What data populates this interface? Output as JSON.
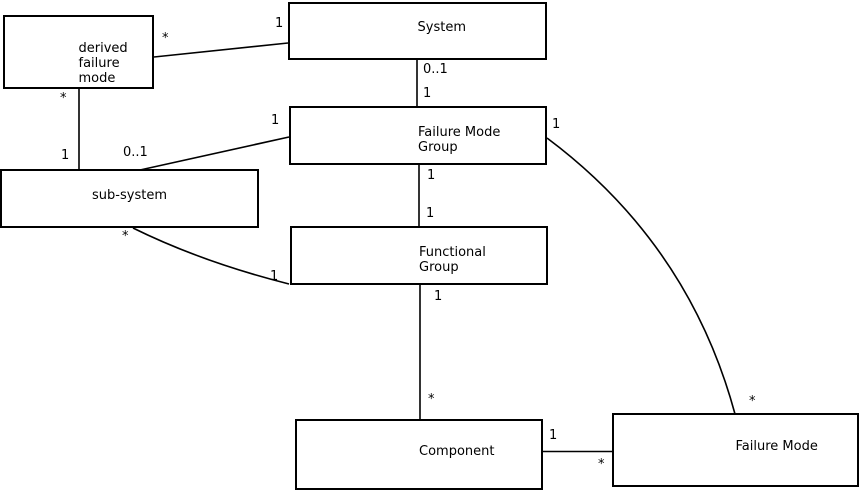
{
  "colors": {
    "background": "#ffffff",
    "line": "#000000",
    "text": "#000000"
  },
  "entities": {
    "derived_failure_mode": {
      "lines": [
        "derived",
        "failure",
        "mode"
      ]
    },
    "system": {
      "lines": [
        "System"
      ]
    },
    "failure_mode_group": {
      "lines": [
        "Failure Mode",
        "Group"
      ]
    },
    "sub_system": {
      "lines": [
        "sub-system"
      ]
    },
    "functional_group": {
      "lines": [
        "Functional",
        "Group"
      ]
    },
    "component": {
      "lines": [
        "Component"
      ]
    },
    "failure_mode": {
      "lines": [
        "Failure Mode"
      ]
    }
  },
  "edges": {
    "derived_failure_mode__system": {
      "source": "derived failure mode",
      "target": "System",
      "source_label": "*",
      "target_label": "1"
    },
    "derived_failure_mode__sub_system": {
      "source": "derived failure mode",
      "target": "sub-system",
      "source_label": "*",
      "target_label": "1"
    },
    "failure_mode_group__sub_system": {
      "source": "Failure Mode Group",
      "target": "sub-system",
      "source_label": "1",
      "target_label": "0..1"
    },
    "system__failure_mode_group": {
      "source": "System",
      "target": "Failure Mode Group",
      "source_label": "0..1",
      "target_label": "1"
    },
    "failure_mode_group__functional_group": {
      "source": "Failure Mode Group",
      "target": "Functional Group",
      "source_label": "1",
      "target_label": "1"
    },
    "sub_system__functional_group": {
      "source": "sub-system",
      "target": "Functional Group",
      "source_label": "*",
      "target_label": "1"
    },
    "functional_group__component": {
      "source": "Functional Group",
      "target": "Component",
      "source_label": "1",
      "target_label": "*"
    },
    "component__failure_mode": {
      "source": "Component",
      "target": "Failure Mode",
      "source_label": "1",
      "target_label": "*"
    },
    "failure_mode_group__failure_mode": {
      "source": "Failure Mode Group",
      "target": "Failure Mode",
      "source_label": "1",
      "target_label": "*"
    }
  }
}
